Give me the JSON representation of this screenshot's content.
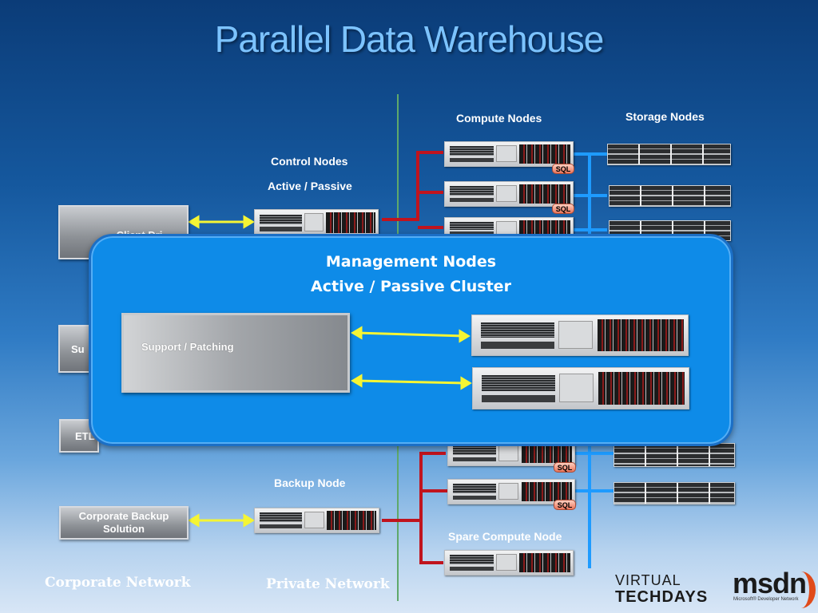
{
  "title": "Parallel Data Warehouse",
  "labels": {
    "compute_nodes": "Compute Nodes",
    "storage_nodes": "Storage Nodes",
    "control_nodes": "Control Nodes",
    "control_active_passive": "Active / Passive",
    "backup_node": "Backup Node",
    "spare_compute_node": "Spare  Compute Node",
    "sql_badge": "SQL"
  },
  "left_boxes": {
    "client_drivers": "Client Dri",
    "support": "Su",
    "etl": "ETL",
    "corporate_backup": "Corporate Backup Solution"
  },
  "networks": {
    "corporate": "Corporate Network",
    "private": "Private Network"
  },
  "overlay": {
    "title_line1": "Management Nodes",
    "title_line2": "Active / Passive Cluster",
    "support_patching": "Support / Patching"
  },
  "logos": {
    "virtual": "VIRTUAL",
    "techdays": "TECHDAYS",
    "msdn": "msdn",
    "msdn_sub": "Microsoft® Developer Network"
  },
  "colors": {
    "arrow_yellow": "#f5f534",
    "link_red": "#c0141e",
    "link_blue": "#1e9bff",
    "overlay_fill": "#0e8be8",
    "divider_green": "#5fa86a"
  }
}
